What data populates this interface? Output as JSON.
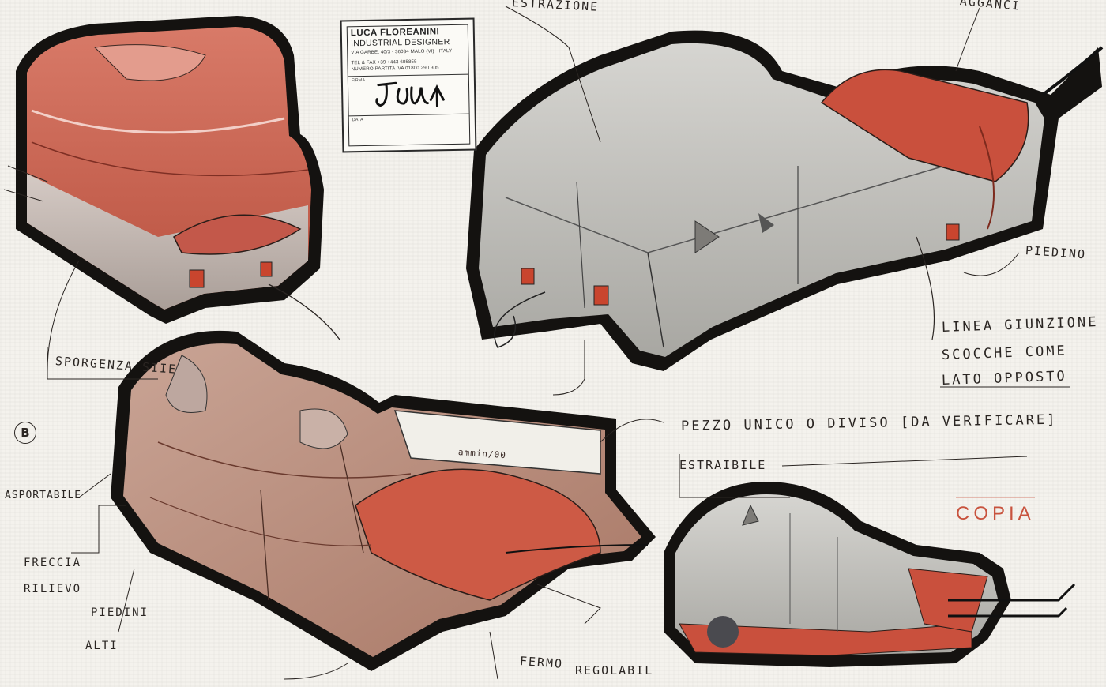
{
  "stamp": {
    "name": "LUCA FLOREANINI",
    "role": "INDUSTRIAL DESIGNER",
    "address": "VIA GARBE, 40/3 - 36034 MALO (VI) - ITALY",
    "phone": "TEL & FAX +39 +443 605855",
    "vat": "NUMERO PARTITA IVA 01800 290 305",
    "signature_label": "FIRMA",
    "date_label": "DATA"
  },
  "annotations": {
    "estrazione": "ESTRAZIONE",
    "agganci": "AGGANCI",
    "piedino": "PIEDINO",
    "linea_1": "LINEA GIUNZIONE",
    "linea_2": "SCOCCHE COME",
    "linea_3": "LATO OPPOSTO",
    "pezzo_unico": "PEZZO UNICO O DIVISO [DA VERIFICARE]",
    "estraibile": "ESTRAIBILE",
    "sporgenza": "SPORGENZA SIIE",
    "b_marker": "B",
    "asportabile": "ASPORTABILE",
    "freccia_1": "FRECCIA",
    "freccia_2": "RILIEVO",
    "piedini_1": "PIEDINI",
    "piedini_2": "ALTI",
    "fermo": "FERMO",
    "regolabile": "REGOLABIL",
    "lcd_text": "ammin/00",
    "copia": "COPIA"
  },
  "colors": {
    "accent_red": "#c95a45",
    "shell_gray": "#b9b8b3",
    "outline": "#1e1b19",
    "copia_red": "#c8533e"
  }
}
